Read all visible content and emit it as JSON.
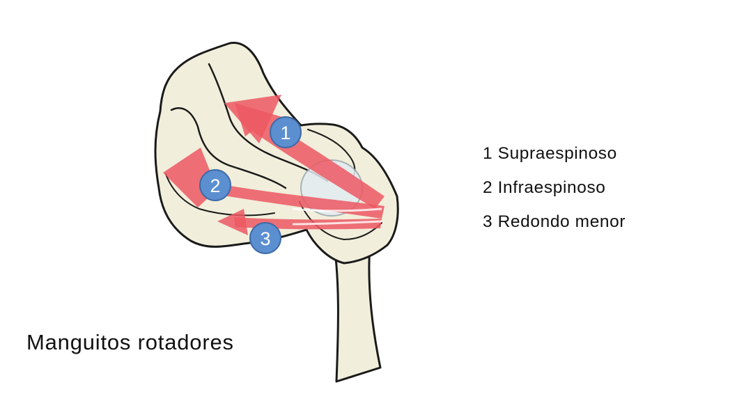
{
  "colors": {
    "bone_fill": "#f1eedb",
    "bone_outline": "#1a1a1a",
    "arrow_fill": "#ec5863",
    "marker_fill": "#5b8fd0",
    "marker_stroke": "#3e6aa7",
    "text": "#111111"
  },
  "diagram": {
    "caption": "Manguitos rotadores",
    "markers": [
      {
        "number": "1"
      },
      {
        "number": "2"
      },
      {
        "number": "3"
      }
    ],
    "legend": [
      {
        "number": "1",
        "label": "Supraespinoso",
        "text": "1 Supraespinoso"
      },
      {
        "number": "2",
        "label": "Infraespinoso",
        "text": "2 Infraespinoso"
      },
      {
        "number": "3",
        "label": "Redondo menor",
        "text": "3 Redondo menor"
      }
    ]
  }
}
